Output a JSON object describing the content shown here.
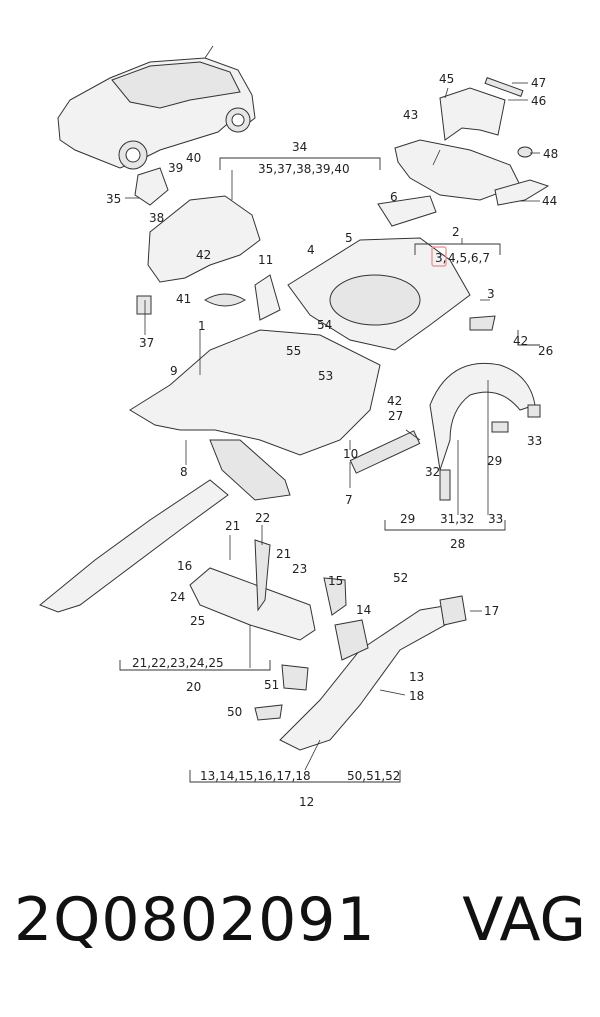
{
  "footer": {
    "part_number": "2Q0802091",
    "brand": "VAG"
  },
  "colors": {
    "highlight": "#e88a8a",
    "line": "#333333"
  },
  "callouts": {
    "c1": "1",
    "c2": "2",
    "c3": "3",
    "c4": "4",
    "c5": "5",
    "c6": "6",
    "c7": "7",
    "c8": "8",
    "c9": "9",
    "c10": "10",
    "c11": "11",
    "c12": "12",
    "c13": "13",
    "c14": "14",
    "c15": "15",
    "c16": "16",
    "c17": "17",
    "c18": "18",
    "c20": "20",
    "c21a": "21",
    "c21b": "21",
    "c22": "22",
    "c23": "23",
    "c24": "24",
    "c25": "25",
    "c26": "26",
    "c27": "27",
    "c28": "28",
    "c29a": "29",
    "c29b": "29",
    "c31_32": "31,32",
    "c32": "32",
    "c33a": "33",
    "c33b": "33",
    "c34": "34",
    "c35": "35",
    "c37": "37",
    "c38": "38",
    "c39": "39",
    "c40": "40",
    "c41": "41",
    "c42a": "42",
    "c42b": "42",
    "c42c": "42",
    "c43": "43",
    "c44": "44",
    "c45": "45",
    "c46": "46",
    "c47": "47",
    "c48": "48",
    "c50": "50",
    "c51": "51",
    "c52": "52",
    "c53": "53",
    "c54": "54",
    "c55": "55"
  },
  "groups": {
    "g34": "35,37,38,39,40",
    "g2_hl": "3,",
    "g2_rest": "4,5,6,7",
    "g20": "21,22,23,24,25",
    "g12a": "13,14,15,16,17,18",
    "g12b": "50,51,52"
  }
}
